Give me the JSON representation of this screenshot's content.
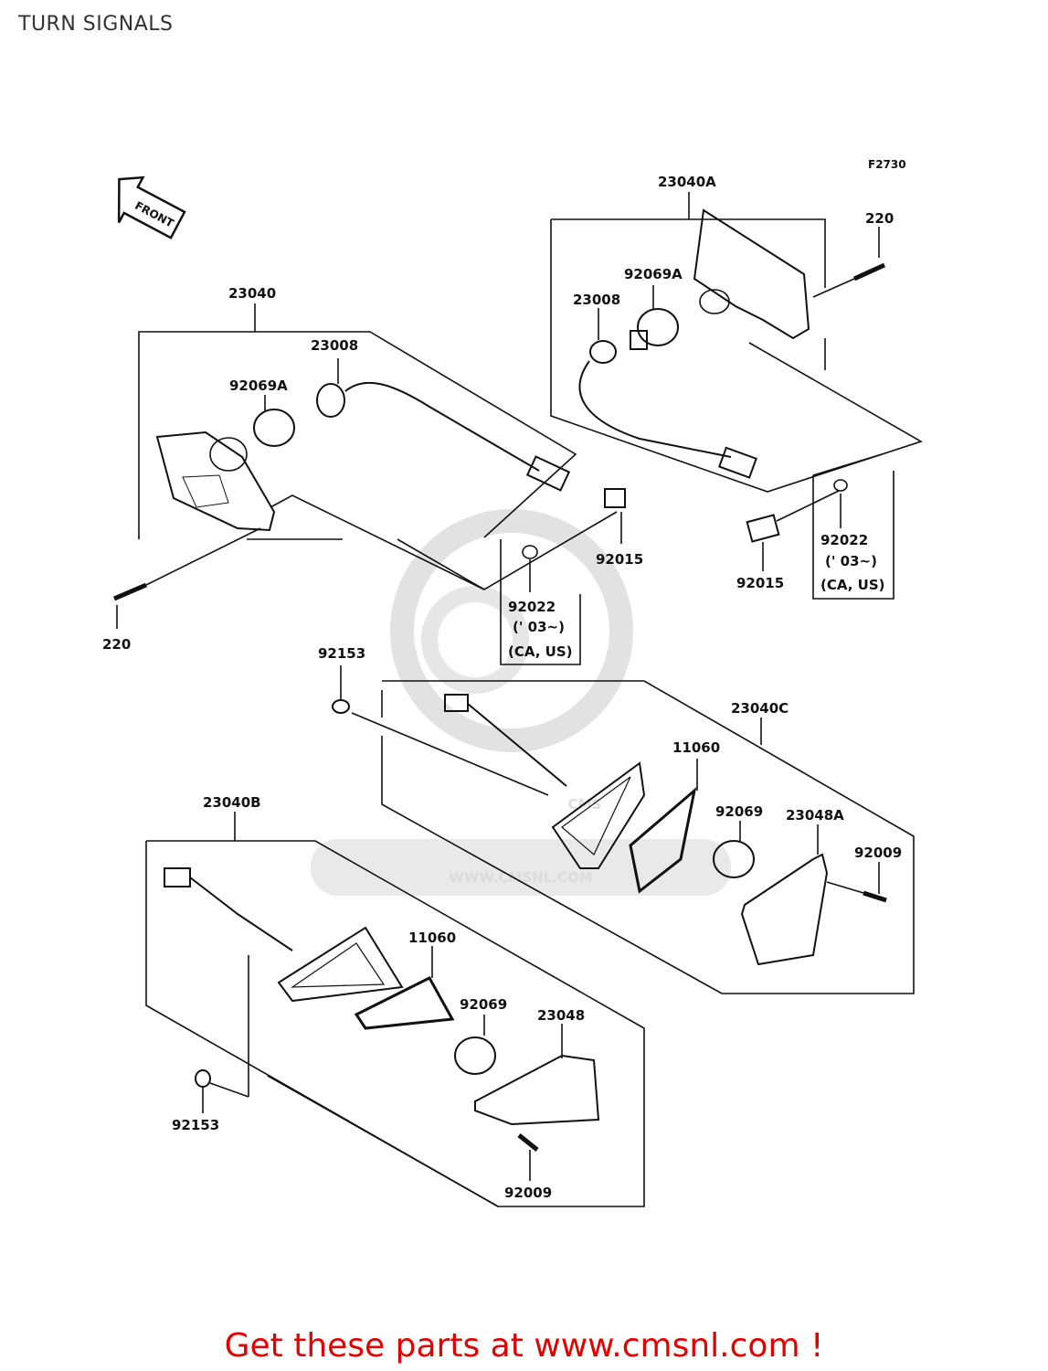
{
  "title": "TURN SIGNALS",
  "figure_code": "F2730",
  "front_label": "FRONT",
  "watermark": "WWW.CMSNL.COM",
  "watermark_logo": "CMS",
  "groups": {
    "g23040": "23040",
    "g23040A": "23040A",
    "g23040B": "23040B",
    "g23040C": "23040C"
  },
  "labels": {
    "p220_right": "220",
    "p92069A_right": "92069A",
    "p23008_right": "23008",
    "p23008_left": "23008",
    "p92069A_left": "92069A",
    "p220_left": "220",
    "p92015_left": "92015",
    "p92022_left": "92022",
    "p92022_left_note1": "(' 03~)",
    "p92022_left_note2": "(CA, US)",
    "p92015_right": "92015",
    "p92022_right": "92022",
    "p92022_right_note1": "(' 03~)",
    "p92022_right_note2": "(CA, US)",
    "p92153_top": "92153",
    "p11060_top": "11060",
    "p92069_top": "92069",
    "p23048A": "23048A",
    "p92009_right": "92009",
    "p11060_bottom": "11060",
    "p92069_bottom": "92069",
    "p23048": "23048",
    "p92153_bottom": "92153",
    "p92009_bottom": "92009"
  },
  "footer": "Get these parts at www.cmsnl.com !",
  "colors": {
    "footer": "#e00000",
    "line": "#111111",
    "watermark": "#dcdcdc"
  }
}
